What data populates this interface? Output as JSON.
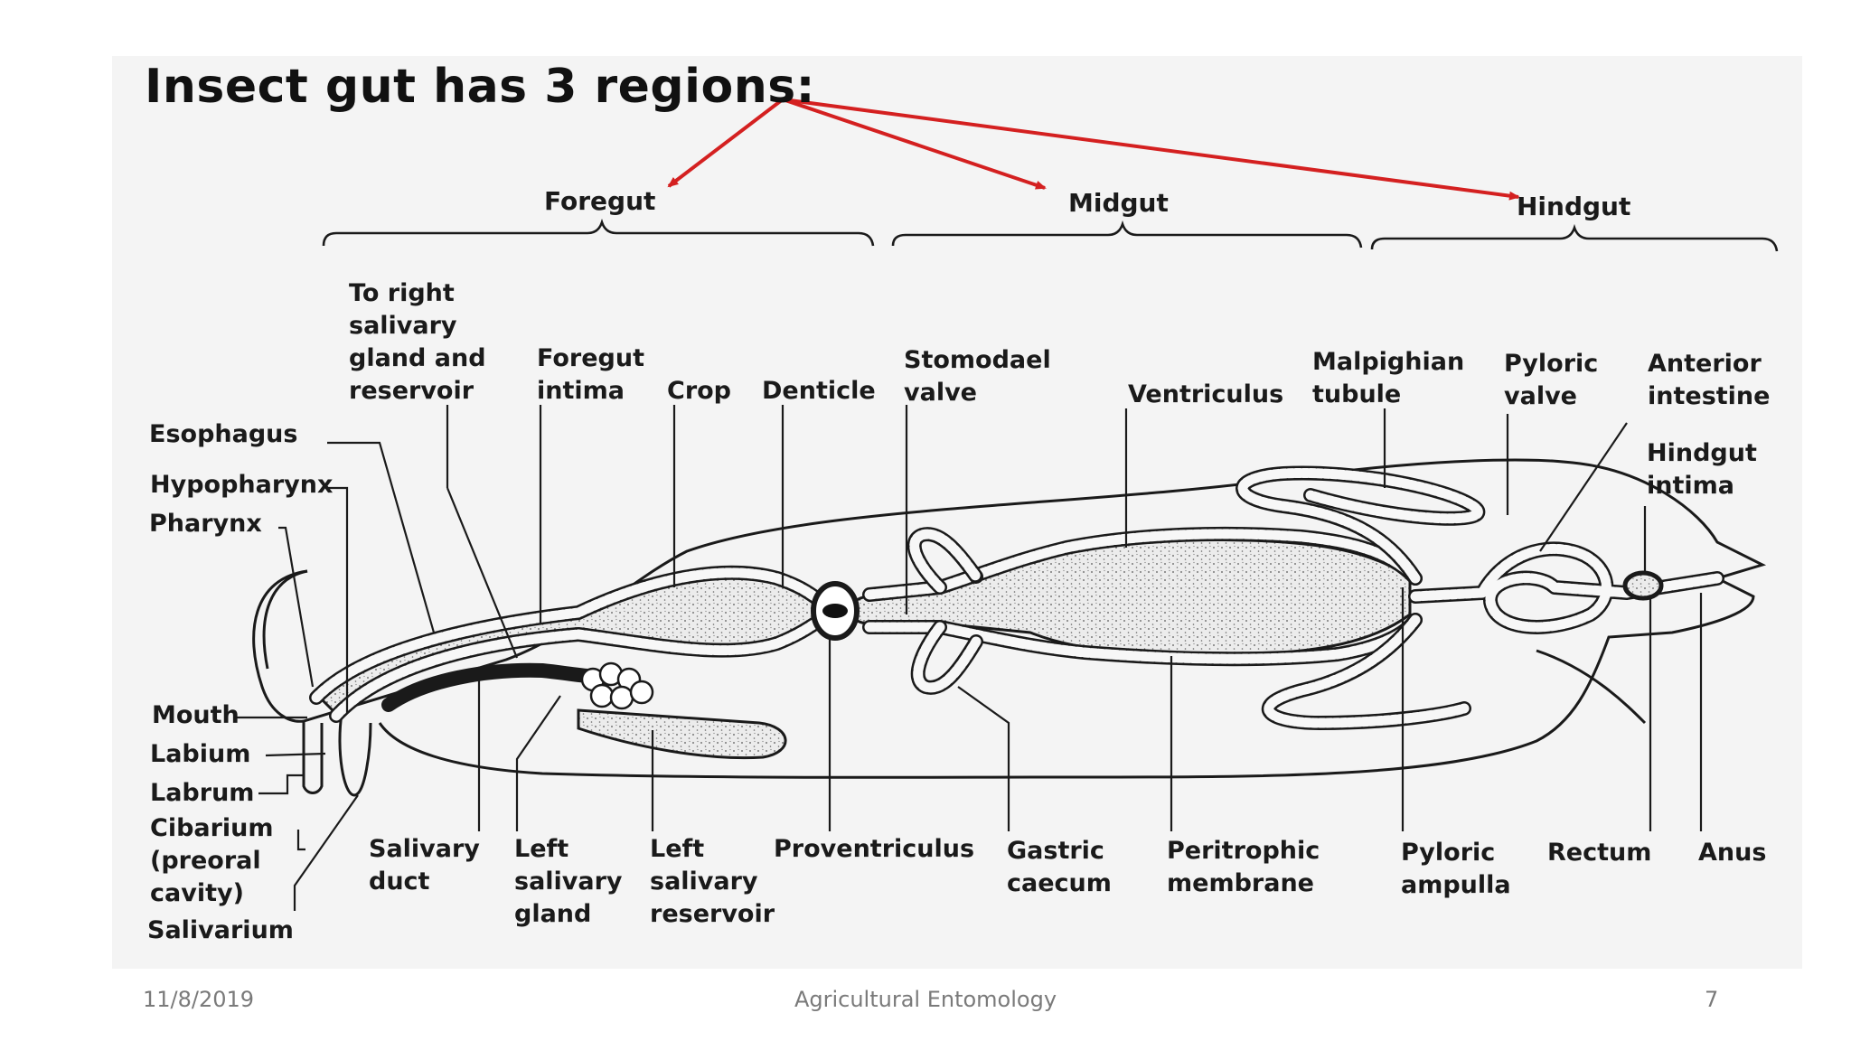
{
  "slide": {
    "title": "Insect gut has 3 regions:",
    "footer_date": "11/8/2019",
    "footer_center": "Agricultural Entomology",
    "page_number": "7"
  },
  "colors": {
    "arrow": "#d42020",
    "background": "#ffffff",
    "panel": "#f4f4f4",
    "ink": "#1a1a1a",
    "footer_text": "#7a7a7a"
  },
  "regions": {
    "foregut": "Foregut",
    "midgut": "Midgut",
    "hindgut": "Hindgut"
  },
  "labels": {
    "to_right_salivary": [
      "To right",
      "salivary",
      "gland and",
      "reservoir"
    ],
    "foregut_intima": [
      "Foregut",
      "intima"
    ],
    "crop": [
      "Crop"
    ],
    "denticle": [
      "Denticle"
    ],
    "stomodael_valve": [
      "Stomodael",
      "valve"
    ],
    "ventriculus": [
      "Ventriculus"
    ],
    "malpighian_tubule": [
      "Malpighian",
      "tubule"
    ],
    "pyloric_valve": [
      "Pyloric",
      "valve"
    ],
    "anterior_intestine": [
      "Anterior",
      "intestine"
    ],
    "hindgut_intima": [
      "Hindgut",
      "intima"
    ],
    "esophagus": [
      "Esophagus"
    ],
    "hypopharynx": [
      "Hypopharynx"
    ],
    "pharynx": [
      "Pharynx"
    ],
    "mouth": [
      "Mouth"
    ],
    "labium": [
      "Labium"
    ],
    "labrum": [
      "Labrum"
    ],
    "cibarium": [
      "Cibarium",
      "(preoral",
      "cavity)"
    ],
    "salivarium": [
      "Salivarium"
    ],
    "salivary_duct": [
      "Salivary",
      "duct"
    ],
    "left_salivary_gland": [
      "Left",
      "salivary",
      "gland"
    ],
    "left_salivary_reservoir": [
      "Left",
      "salivary",
      "reservoir"
    ],
    "proventriculus": [
      "Proventriculus"
    ],
    "gastric_caecum": [
      "Gastric",
      "caecum"
    ],
    "peritrophic_membrane": [
      "Peritrophic",
      "membrane"
    ],
    "pyloric_ampulla": [
      "Pyloric",
      "ampulla"
    ],
    "rectum": [
      "Rectum"
    ],
    "anus": [
      "Anus"
    ]
  }
}
